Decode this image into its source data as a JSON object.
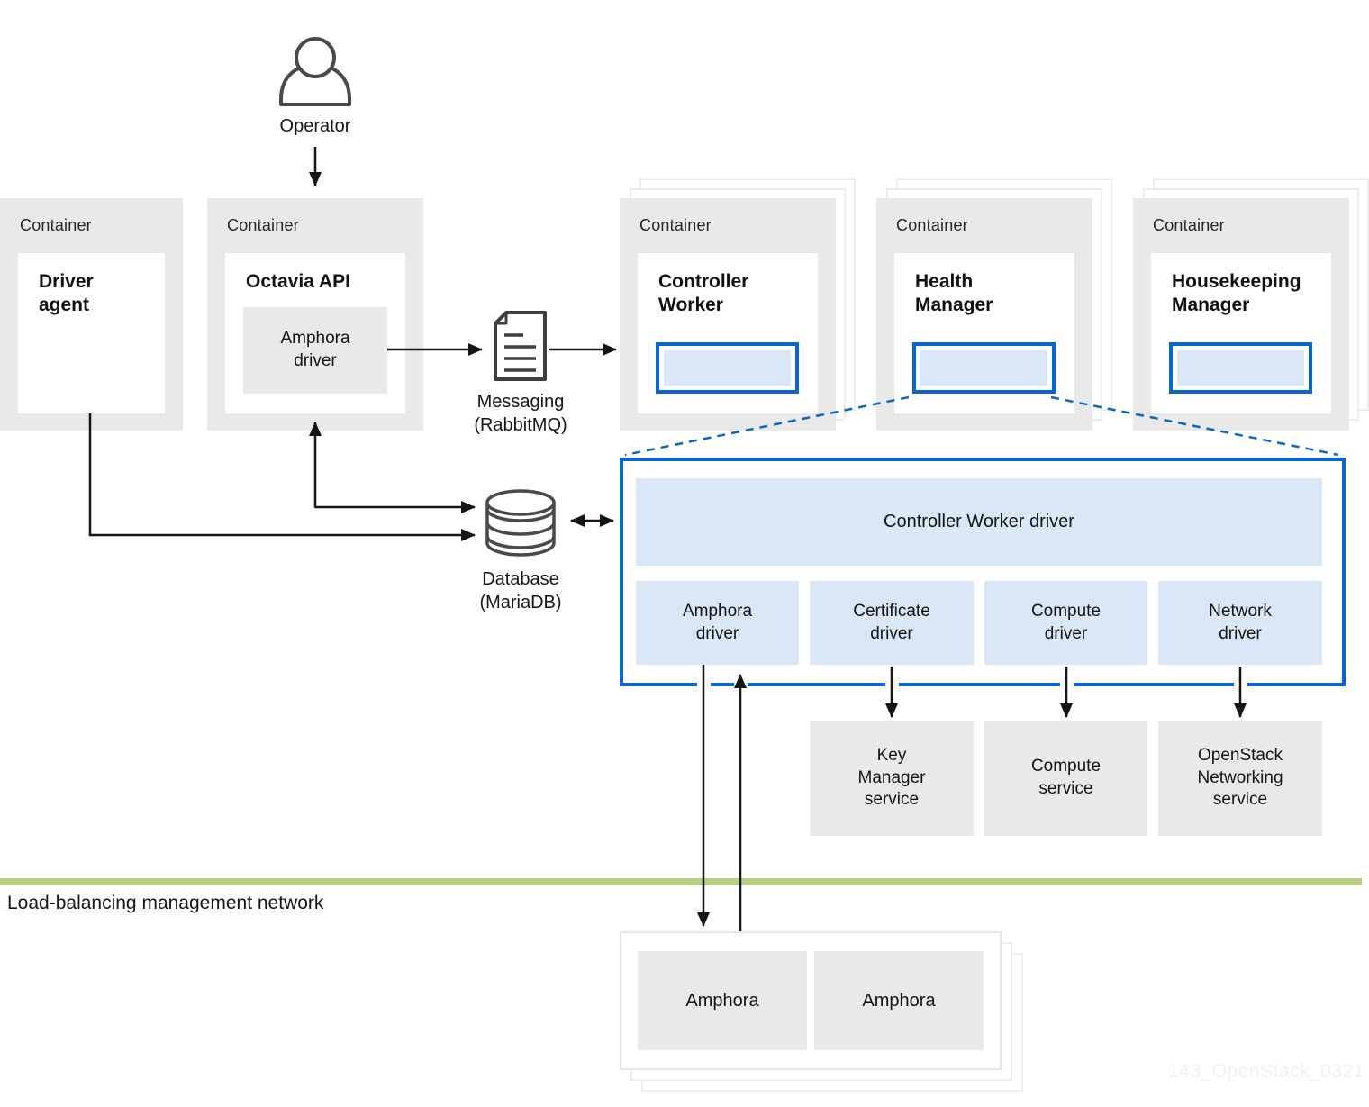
{
  "operator": {
    "label": "Operator"
  },
  "containers": {
    "driver_agent": {
      "label": "Container",
      "title": "Driver\nagent"
    },
    "octavia_api": {
      "label": "Container",
      "title": "Octavia API",
      "amphora_driver": "Amphora\ndriver"
    },
    "controller_worker": {
      "label": "Container",
      "title": "Controller\nWorker"
    },
    "health_manager": {
      "label": "Container",
      "title": "Health\nManager"
    },
    "housekeeping_manager": {
      "label": "Container",
      "title": "Housekeeping\nManager"
    }
  },
  "messaging": {
    "label": "Messaging\n(RabbitMQ)"
  },
  "database": {
    "label": "Database\n(MariaDB)"
  },
  "worker_detail": {
    "banner": "Controller Worker driver",
    "drivers": [
      "Amphora\ndriver",
      "Certificate\ndriver",
      "Compute\ndriver",
      "Network\ndriver"
    ]
  },
  "services": [
    "Key\nManager\nservice",
    "Compute\nservice",
    "OpenStack\nNetworking\nservice"
  ],
  "network": {
    "label": "Load-balancing management network"
  },
  "amphorae": [
    "Amphora",
    "Amphora"
  ],
  "watermark": "143_OpenStack_0321",
  "colors": {
    "blue": "#0a66cc",
    "light_blue": "#d9e7f6",
    "green": "#b9d07e",
    "container_gray": "#e9e9e9"
  }
}
